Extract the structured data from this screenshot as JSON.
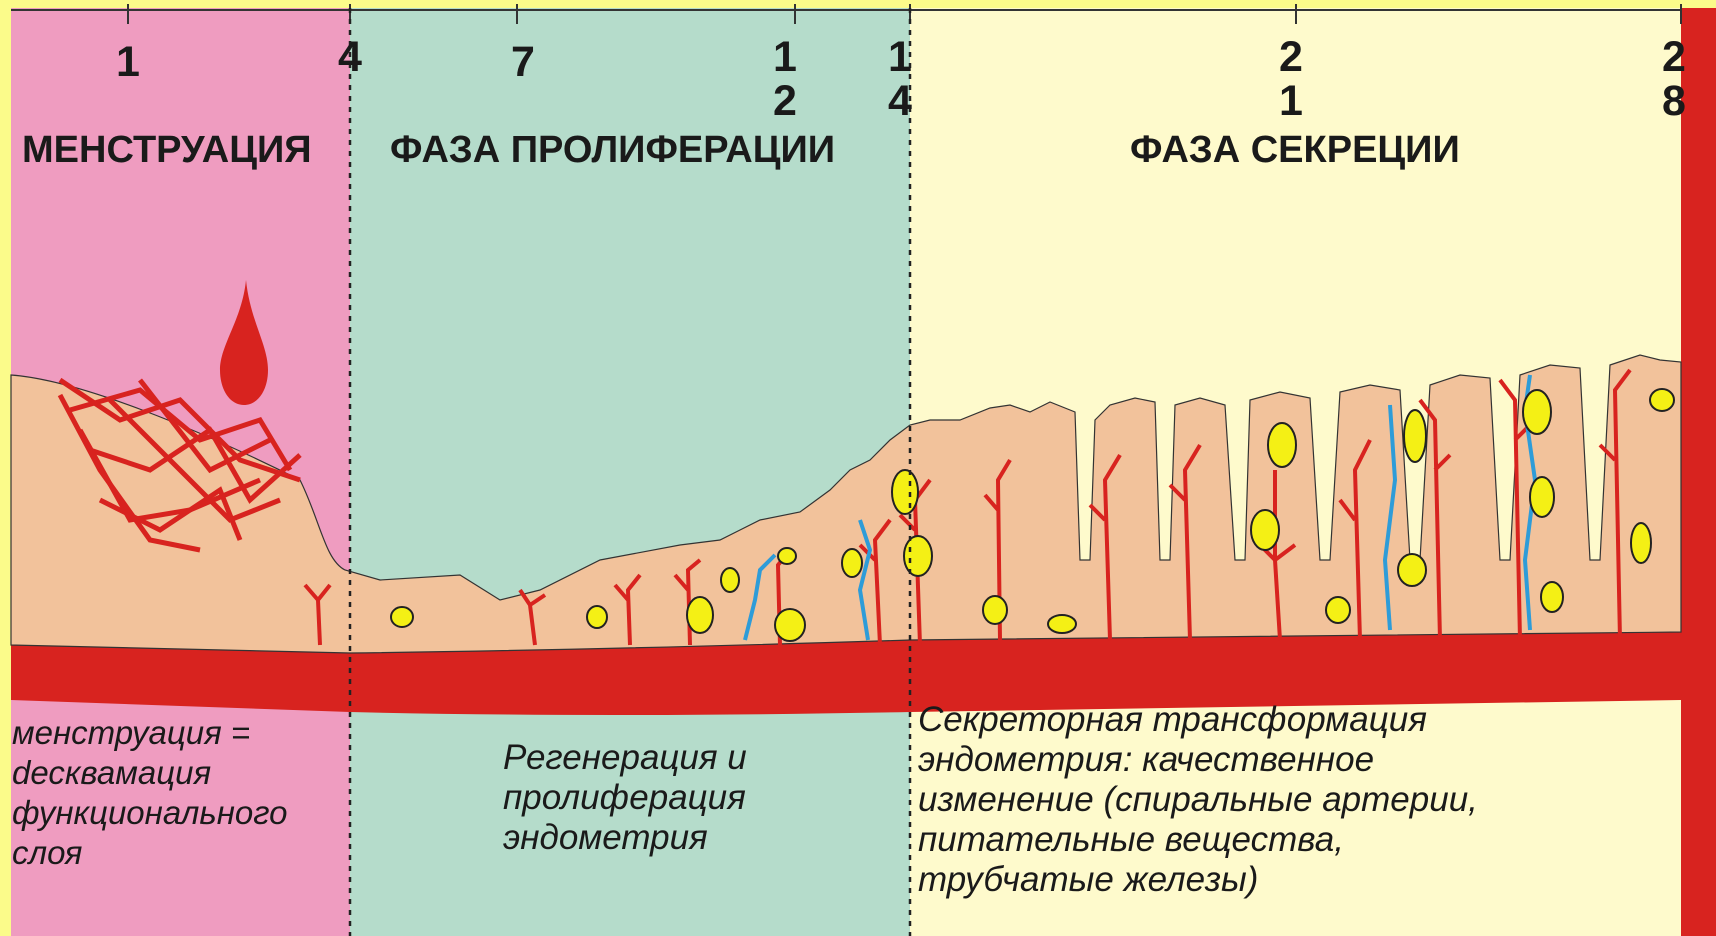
{
  "colors": {
    "background_frame": "#fbfb8a",
    "menstruation_bg": "#ef9cc0",
    "proliferation_bg": "#b5dccb",
    "secretion_bg": "#fefacc",
    "endometrium_tissue": "#f2c29b",
    "basal_layer": "#d8231f",
    "vessels": "#d8231f",
    "veins": "#2e9cd8",
    "glands": "#f4f015"
  },
  "timeline": {
    "days": [
      "1",
      "4",
      "7",
      "1\n2",
      "1\n4",
      "2\n1",
      "2\n8"
    ]
  },
  "phases": {
    "menstruation": "МЕНСТРУАЦИЯ",
    "proliferation": "ФАЗА ПРОЛИФЕРАЦИИ",
    "secretion": "ФАЗА СЕКРЕЦИИ"
  },
  "descriptions": {
    "menstruation": "менструация =\ndесквамация\nфункционального\nслоя",
    "proliferation": "Регенерация и\nпролиферация\nэндометрия",
    "secretion": "Секреторная трансформация\nэндометрия: качественное\nизменение (спиральные артерии,\nпитательные вещества,\nтрубчатые железы)"
  },
  "icons": {
    "blood_drop": "blood-drop-icon"
  }
}
